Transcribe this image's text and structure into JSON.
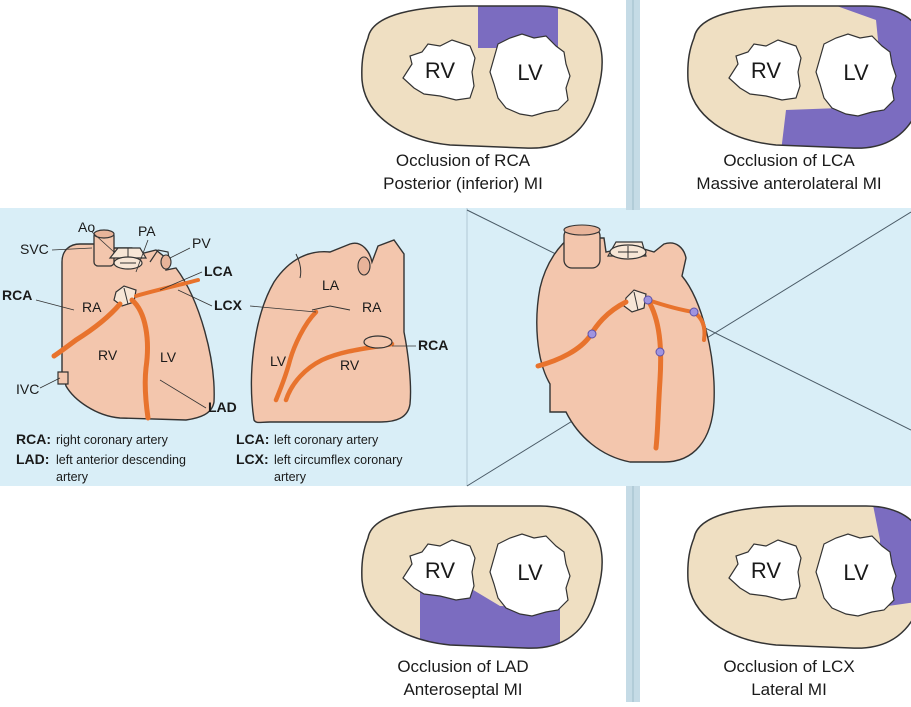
{
  "colors": {
    "tissue": "#efdfc2",
    "infarct": "#7b6cc0",
    "band": "#d9eef7",
    "heart": "#f3c6ad",
    "artery": "#e8732d",
    "divider": "#c5dbe6",
    "outline": "#333333"
  },
  "panels": {
    "rca": {
      "rv": "RV",
      "lv": "LV",
      "caption1": "Occlusion of RCA",
      "caption2": "Posterior (inferior) MI"
    },
    "lca": {
      "rv": "RV",
      "lv": "LV",
      "caption1": "Occlusion of LCA",
      "caption2": "Massive anterolateral MI"
    },
    "lad": {
      "rv": "RV",
      "lv": "LV",
      "caption1": "Occlusion of LAD",
      "caption2": "Anteroseptal MI"
    },
    "lcx": {
      "rv": "RV",
      "lv": "LV",
      "caption1": "Occlusion of LCX",
      "caption2": "Lateral MI"
    }
  },
  "anterior_heart": {
    "ao": "Ao",
    "svc": "SVC",
    "pa": "PA",
    "pv": "PV",
    "lca": "LCA",
    "rca": "RCA",
    "ra": "RA",
    "lcx": "LCX",
    "rv": "RV",
    "lv": "LV",
    "ivc": "IVC",
    "lad": "LAD"
  },
  "posterior_heart": {
    "la": "LA",
    "ra": "RA",
    "lv": "LV",
    "rv": "RV",
    "rca": "RCA"
  },
  "legend": {
    "rca_abbr": "RCA:",
    "rca_text": "right coronary artery",
    "lad_abbr": "LAD:",
    "lad_text1": "left anterior descending",
    "lad_text2": "artery",
    "lca_abbr": "LCA:",
    "lca_text": "left coronary artery",
    "lcx_abbr": "LCX:",
    "lcx_text1": "left circumflex coronary",
    "lcx_text2": "artery"
  }
}
